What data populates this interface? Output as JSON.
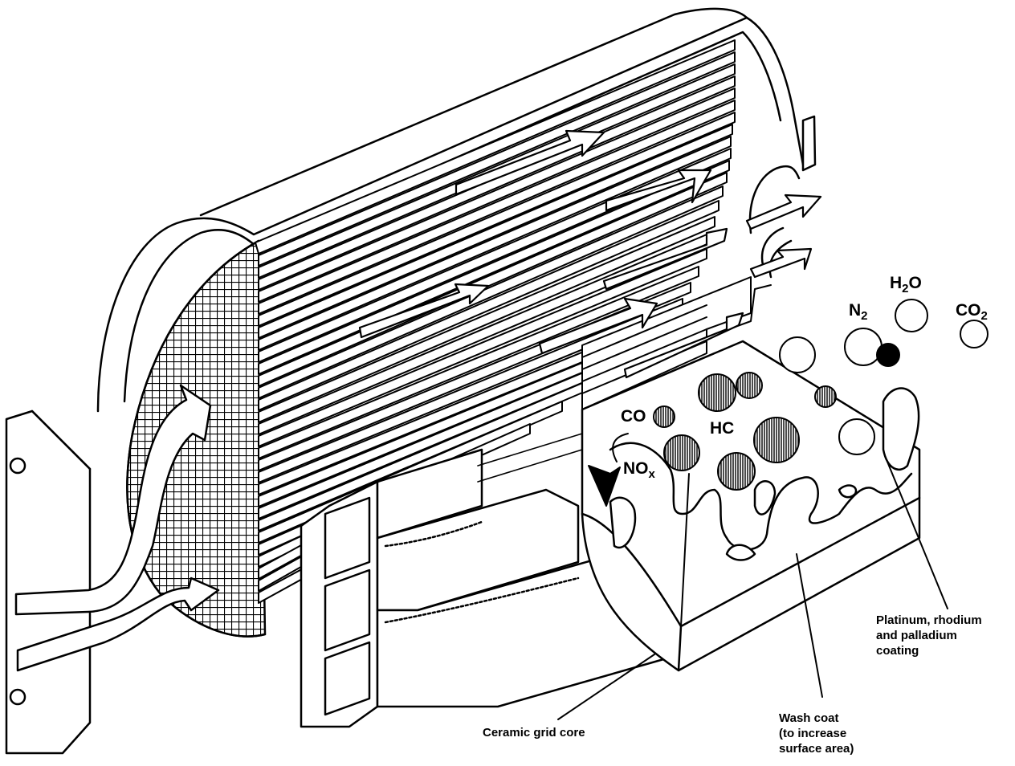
{
  "labels": {
    "ceramic_core": "Ceramic grid core",
    "wash_coat_line1": "Wash coat",
    "wash_coat_line2": "(to increase",
    "wash_coat_line3": "surface area)",
    "coating_line1": "Platinum, rhodium",
    "coating_line2": "and palladium",
    "coating_line3": "coating"
  },
  "molecules": {
    "co": "CO",
    "hc": "HC",
    "nox_base": "NO",
    "nox_sub": "x",
    "n2_base": "N",
    "n2_sub": "2",
    "h2o_h": "H",
    "h2o_sub": "2",
    "h2o_o": "O",
    "co2_base": "CO",
    "co2_sub": "2"
  },
  "colors": {
    "ink": "#000000",
    "paper": "#ffffff"
  }
}
